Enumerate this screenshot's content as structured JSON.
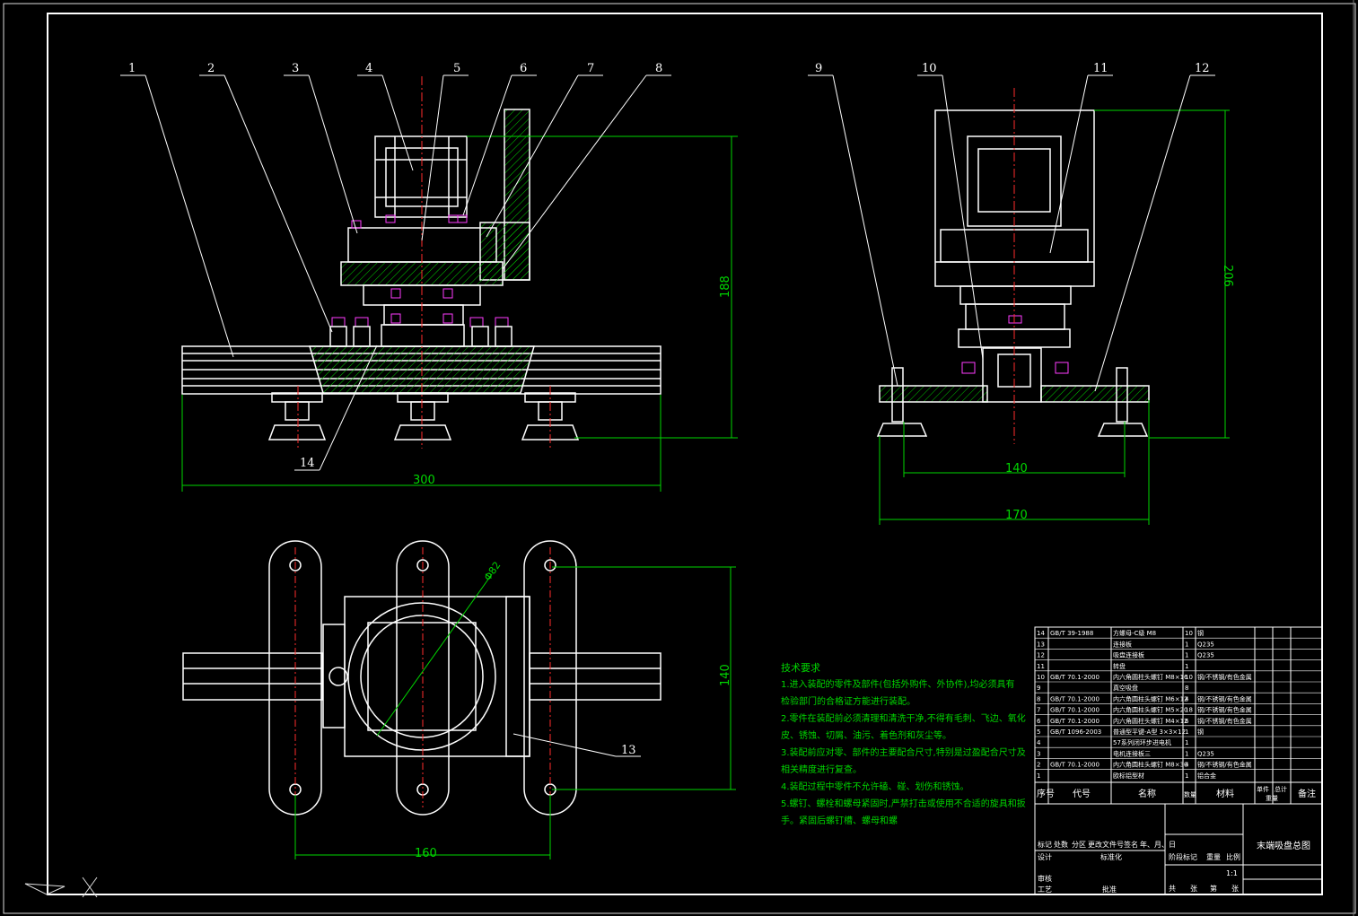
{
  "part_numbers": [
    "1",
    "2",
    "3",
    "4",
    "5",
    "6",
    "7",
    "8",
    "9",
    "10",
    "11",
    "12",
    "13",
    "14"
  ],
  "dimensions": {
    "front_width": "300",
    "front_height": "188",
    "side_inner": "140",
    "side_outer": "170",
    "side_height": "206",
    "top_width": "160",
    "top_height": "140",
    "top_diameter": "Φ82"
  },
  "technical_requirements": {
    "title": "技术要求",
    "lines": [
      "1.进入装配的零件及部件(包括外购件、外协件),均必须具有",
      "检验部门的合格证方能进行装配。",
      "2.零件在装配前必须清理和清洗干净,不得有毛刺、飞边、氧化",
      "皮、锈蚀、切屑、油污、着色剂和灰尘等。",
      "3.装配前应对零、部件的主要配合尺寸,特别是过盈配合尺寸及",
      "相关精度进行复查。",
      "4.装配过程中零件不允许磕、碰、划伤和锈蚀。",
      "5.螺钉、螺栓和螺母紧固时,严禁打击或使用不合适的旋具和扳",
      "手。紧固后螺钉槽、螺母和螺"
    ]
  },
  "bom": {
    "rows": [
      [
        "14",
        "GB/T 39-1988",
        "方螺母-C级 M8",
        "10",
        "钢"
      ],
      [
        "13",
        "",
        "连接板",
        "1",
        "Q235"
      ],
      [
        "12",
        "",
        "吸盘连接板",
        "1",
        "Q235"
      ],
      [
        "11",
        "",
        "转盘",
        "1",
        "",
        ""
      ],
      [
        "10",
        "GB/T 70.1-2000",
        "内六角圆柱头螺钉 M8×16",
        "10",
        "钢/不锈钢/有色金属"
      ],
      [
        "9",
        "",
        "真空吸盘",
        "8",
        "",
        ""
      ],
      [
        "8",
        "GB/T 70.1-2000",
        "内六角圆柱头螺钉 M6×12",
        "4",
        "钢/不锈钢/有色金属"
      ],
      [
        "7",
        "GB/T 70.1-2000",
        "内六角圆柱头螺钉 M5×20",
        "18",
        "钢/不锈钢/有色金属"
      ],
      [
        "6",
        "GB/T 70.1-2000",
        "内六角圆柱头螺钉 M4×12",
        "6",
        "钢/不锈钢/有色金属"
      ],
      [
        "5",
        "GB/T 1096-2003",
        "普通型平键-A型 3×3×12",
        "1",
        "钢"
      ],
      [
        "4",
        "",
        "57系列闭环步进电机",
        "1",
        "",
        ""
      ],
      [
        "3",
        "",
        "电机连接板三",
        "1",
        "Q235"
      ],
      [
        "2",
        "GB/T 70.1-2000",
        "内六角圆柱头螺钉 M8×30",
        "4",
        "钢/不锈钢/有色金属"
      ],
      [
        "1",
        "",
        "欧标铝型材",
        "1",
        "铝合金"
      ]
    ],
    "header": {
      "seq": "序号",
      "code": "代号",
      "name": "名称",
      "qty": "数量",
      "material": "材料",
      "single_weight": "单件",
      "total_weight": "总计",
      "weight": "重量",
      "remark": "备注"
    },
    "title_block": {
      "drawing_title": "末端吸盘总图",
      "scale": "1:1",
      "stage_mark": "阶段标记",
      "weight": "重量",
      "ratio": "比例",
      "mark": "标记",
      "count": "处数",
      "zone": "分区",
      "change_doc": "更改文件号",
      "sign": "签名",
      "date": "年、月、日",
      "designer": "设计",
      "standardize": "标准化",
      "reviewer": "审核",
      "process": "工艺",
      "approve": "批准",
      "total": "共",
      "sheet": "张",
      "page": "第",
      "page_sheet": "张"
    }
  }
}
